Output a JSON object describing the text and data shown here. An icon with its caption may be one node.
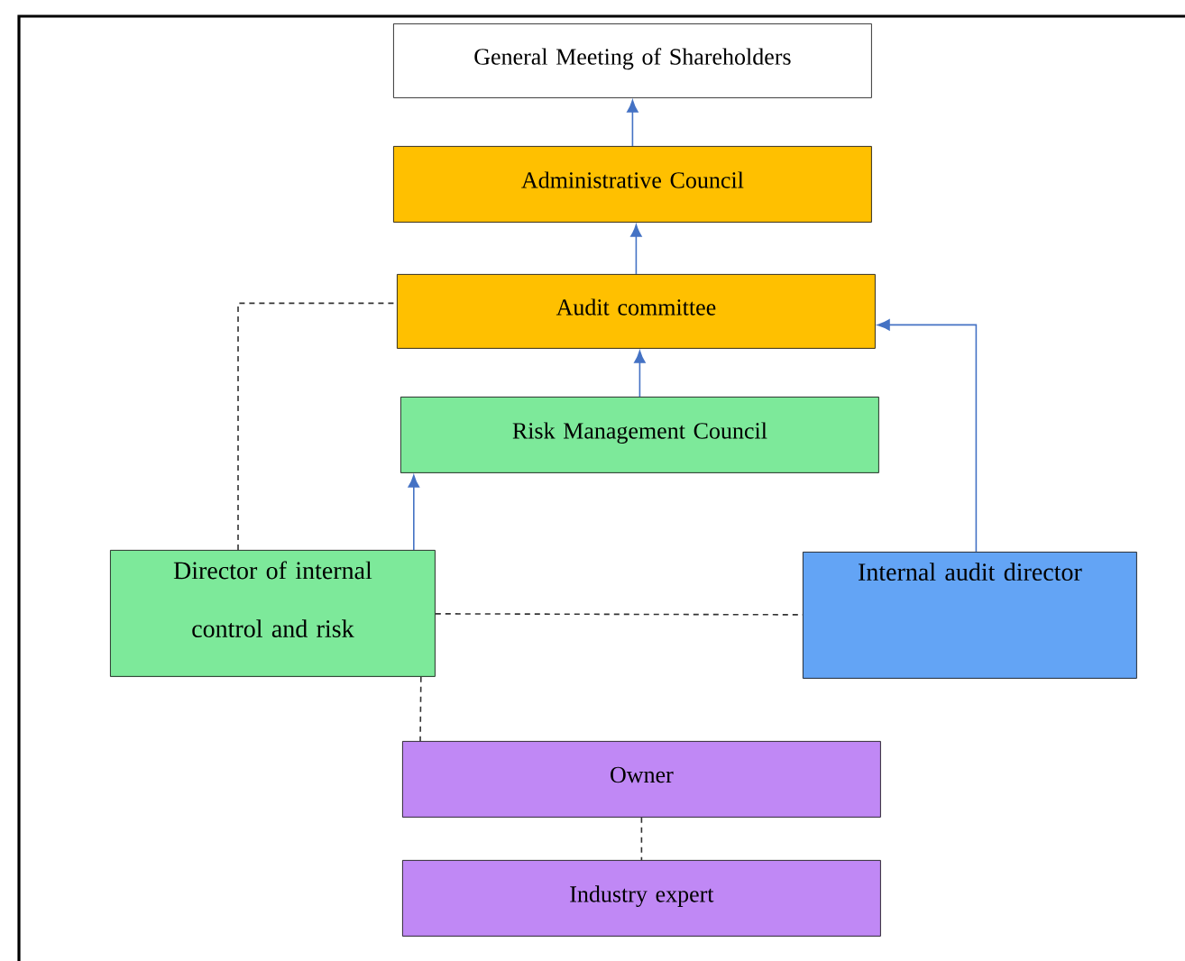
{
  "diagram": {
    "nodes": [
      {
        "text": [
          "General Meeting of Shareholders"
        ]
      },
      {
        "text": [
          "Administrative Council"
        ]
      },
      {
        "text": [
          "Audit committee"
        ]
      },
      {
        "text": [
          "Risk Management Council"
        ]
      },
      {
        "text": [
          "Director of internal control and risk"
        ]
      },
      {
        "text": [
          "Internal audit director"
        ]
      },
      {
        "text": [
          "Owner"
        ]
      },
      {
        "text": [
          "Industry expert"
        ]
      }
    ],
    "edges": [
      {
        "from": 1,
        "to": 0,
        "arrow": "to"
      },
      {
        "from": 2,
        "to": 1,
        "arrow": "to"
      },
      {
        "from": 3,
        "to": 2,
        "arrow": "to"
      },
      {
        "from": 4,
        "to": 3,
        "arrow": "to"
      },
      {
        "from": 5,
        "to": 2,
        "arrow": "to"
      },
      {
        "from": 4,
        "to": 2,
        "arrow": "none",
        "style": "dashed",
        "color": "#333333"
      },
      {
        "from": 4,
        "to": 5,
        "arrow": "none",
        "style": "dashed",
        "color": "#333333"
      },
      {
        "from": 4,
        "to": 6,
        "arrow": "none",
        "style": "dashed",
        "color": "#333333"
      },
      {
        "from": 6,
        "to": 7,
        "arrow": "none",
        "style": "dashed",
        "color": "#333333"
      }
    ]
  }
}
